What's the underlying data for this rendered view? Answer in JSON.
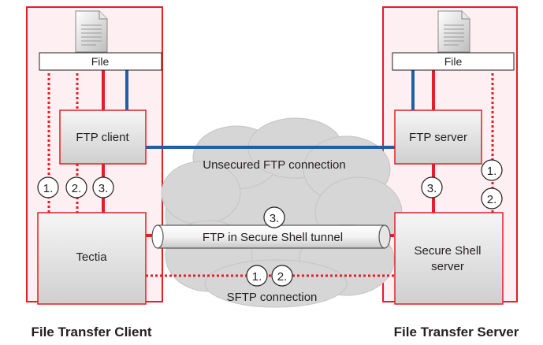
{
  "client": {
    "file_label": "File",
    "ftp_client_label": "FTP client",
    "tectia_label": "Tectia",
    "title": "File Transfer Client",
    "step_labels": [
      "1.",
      "2.",
      "3."
    ]
  },
  "server": {
    "file_label": "File",
    "ftp_server_label": "FTP server",
    "ssh_server_line1": "Secure Shell",
    "ssh_server_line2": "server",
    "title": "File Transfer Server",
    "step_labels": [
      "3.",
      "1.",
      "2."
    ]
  },
  "connections": {
    "unsecured": "Unsecured FTP connection",
    "tunnel": "FTP in Secure Shell tunnel",
    "tunnel_step": "3.",
    "sftp": "SFTP connection",
    "sftp_steps": [
      "1.",
      "2."
    ]
  },
  "colors": {
    "red": "#e31e24",
    "blue": "#1f5fa6",
    "panel": "#fdeff2",
    "cloud": "#d6d6d6"
  },
  "icons": {
    "document": "document-icon",
    "cloud": "network-cloud-icon"
  }
}
